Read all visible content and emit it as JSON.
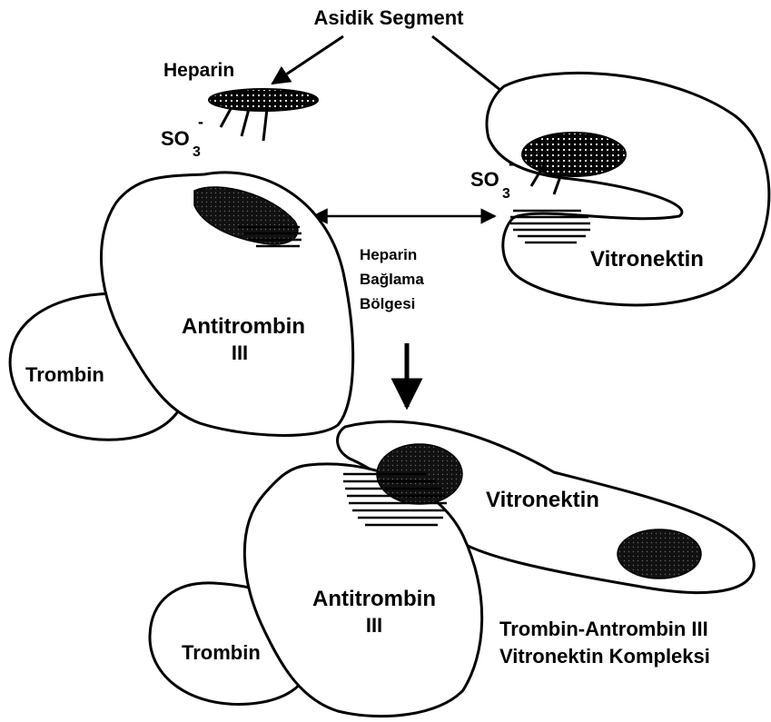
{
  "labels": {
    "acidic_segment": "Asidik Segment",
    "heparin": "Heparin",
    "so3_top": "SO",
    "so3_top_sub": "3",
    "so3_top_sup": "-",
    "so3_right": "SO",
    "so3_right_sub": "3",
    "so3_right_sup": "-",
    "vitronectin_top": "Vitronektin",
    "binding_line1": "Heparin",
    "binding_line2": "Bağlama",
    "binding_line3": "Bölgesi",
    "antithrombin_top_line1": "Antitrombin",
    "antithrombin_top_line2": "III",
    "thrombin_top": "Trombin",
    "vitronectin_bottom": "Vitronektin",
    "antithrombin_bottom_line1": "Antitrombin",
    "antithrombin_bottom_line2": "III",
    "thrombin_bottom": "Trombin",
    "complex_line1": "Trombin-Antrombin III",
    "complex_line2": "Vitronektin Kompleksi"
  },
  "colors": {
    "ink": "#000000",
    "background": "#ffffff"
  }
}
